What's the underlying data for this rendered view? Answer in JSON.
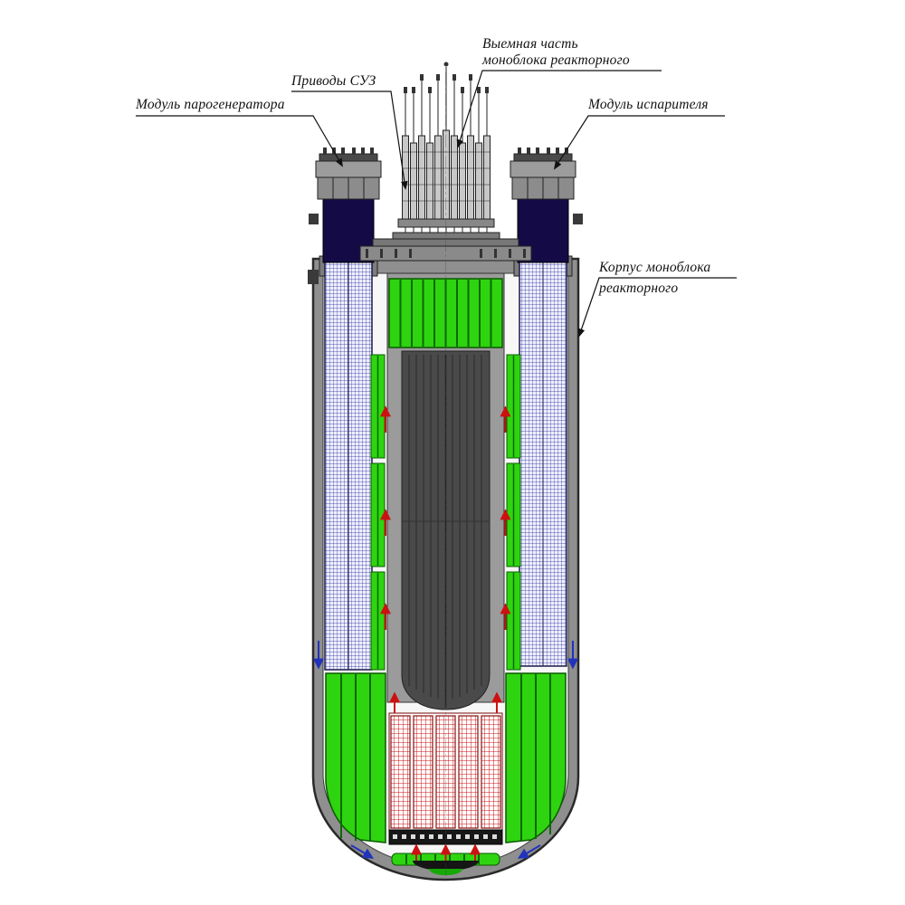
{
  "labels": {
    "steam_generator_module": "Модуль парогенератора",
    "cps_drives": "Приводы СУЗ",
    "removable_part_line1": "Выемная часть",
    "removable_part_line2": "моноблока реакторного",
    "evaporator_module": "Модуль испарителя",
    "monoblock_vessel_line1": "Корпус моноблока",
    "monoblock_vessel_line2": "реакторного"
  },
  "colors": {
    "vessel_gray": "#8f8f8f",
    "cavity_white": "#f7f7f7",
    "hatch_blue": "#2a2a99",
    "module_dark_blue": "#140b46",
    "panel_green": "#2fd410",
    "panel_green_line": "#0a6a00",
    "core_red": "#cc1111",
    "column_gray": "#4a4a4a",
    "flow_up_red": "#cc1111",
    "flow_down_blue": "#2233bb",
    "leader_black": "#111111"
  }
}
